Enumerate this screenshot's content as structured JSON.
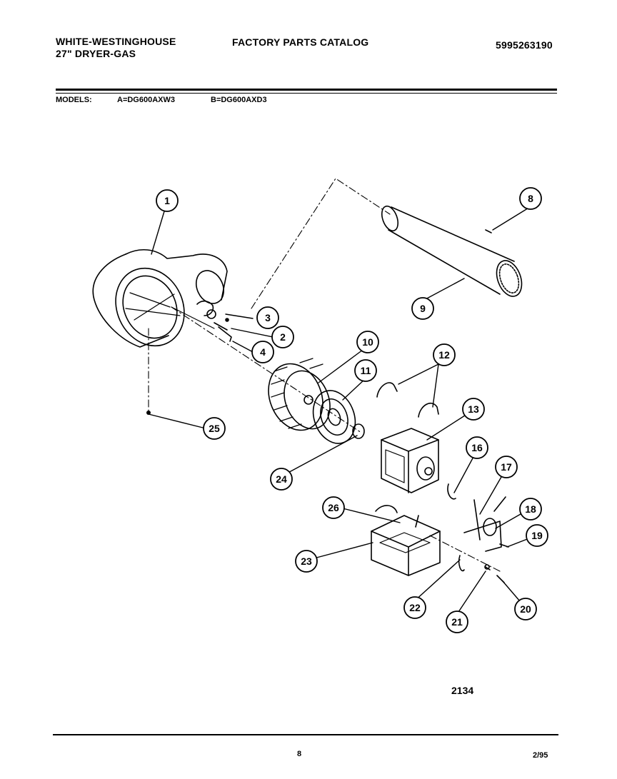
{
  "header": {
    "brand": "WHITE-WESTINGHOUSE",
    "subtitle": "27\" DRYER-GAS",
    "catalog_title": "FACTORY PARTS CATALOG",
    "catalog_number": "5995263190"
  },
  "models": {
    "label": "MODELS:",
    "model_a": "A=DG600AXW3",
    "model_b": "B=DG600AXD3"
  },
  "diagram": {
    "callouts": [
      "1",
      "2",
      "3",
      "4",
      "8",
      "9",
      "10",
      "11",
      "12",
      "13",
      "16",
      "17",
      "18",
      "19",
      "20",
      "21",
      "22",
      "23",
      "24",
      "25",
      "26"
    ],
    "drawing_number": "2134"
  },
  "footer": {
    "page_number": "8",
    "date": "2/95"
  }
}
